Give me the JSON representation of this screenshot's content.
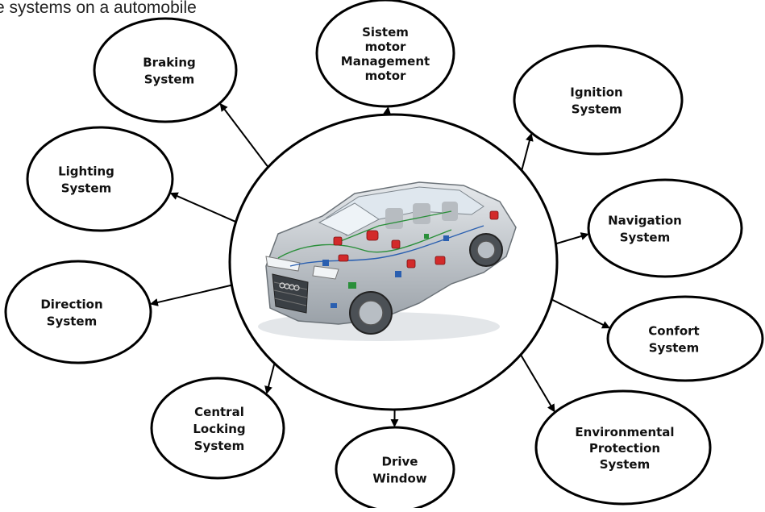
{
  "caption": "e systems on a automobile",
  "center": {
    "image_name": "car-electrical-systems-image"
  },
  "nodes": [
    {
      "id": "braking",
      "lines": [
        "Braking",
        "System"
      ]
    },
    {
      "id": "engine-management",
      "lines": [
        "Sistem",
        "motor",
        "Management",
        "motor"
      ]
    },
    {
      "id": "ignition",
      "lines": [
        "Ignition",
        "System"
      ]
    },
    {
      "id": "navigation",
      "lines": [
        "Navigation",
        "System"
      ]
    },
    {
      "id": "comfort",
      "lines": [
        "Confort",
        "System"
      ]
    },
    {
      "id": "environmental",
      "lines": [
        "Environmental",
        "Protection",
        "System"
      ]
    },
    {
      "id": "drive-window",
      "lines": [
        "Drive",
        "Window"
      ]
    },
    {
      "id": "central-locking",
      "lines": [
        "Central",
        "Locking",
        "System"
      ]
    },
    {
      "id": "direction",
      "lines": [
        "Direction",
        "System"
      ]
    },
    {
      "id": "lighting",
      "lines": [
        "Lighting",
        "System"
      ]
    }
  ],
  "colors": {
    "stroke": "#000000",
    "car_body": "#c9ced3",
    "accent_red": "#d22a2a",
    "accent_blue": "#2a5fb0",
    "accent_green": "#2a8f3a"
  }
}
